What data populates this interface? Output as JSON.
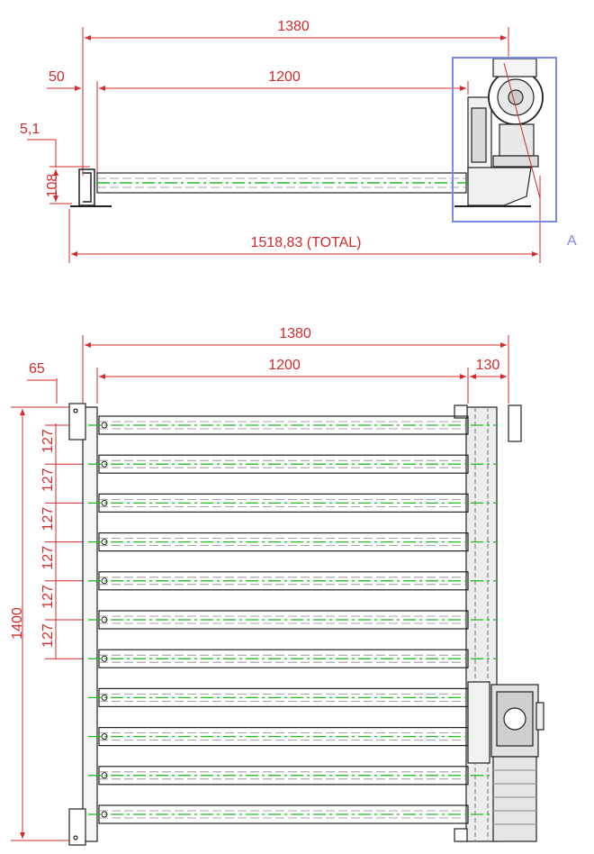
{
  "side_view": {
    "dim_overall": "1380",
    "dim_roller": "1200",
    "dim_offset": "50",
    "dim_small": "5,1",
    "dim_height": "108",
    "dim_total": "1518,83 (TOTAL)",
    "detail_label": "A"
  },
  "top_view": {
    "dim_overall": "1380",
    "dim_roller": "1200",
    "dim_drive": "130",
    "dim_offset": "65",
    "dim_length": "1400",
    "pitch_labels": [
      "127",
      "127",
      "127",
      "127",
      "127",
      "127"
    ],
    "roller_count": 11
  },
  "colors": {
    "dimension": "#d42a2a",
    "geometry": "#222222",
    "centerline": "#22bb22",
    "detail_frame": "#7b8be8"
  }
}
